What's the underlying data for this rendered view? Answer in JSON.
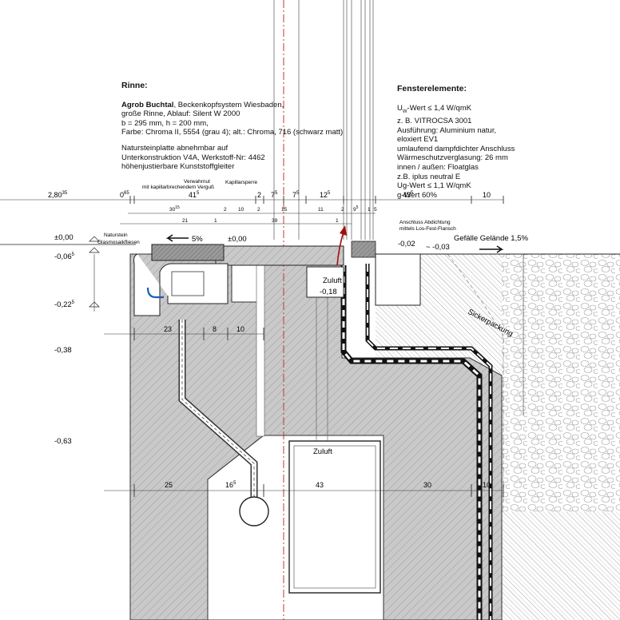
{
  "notes": {
    "rinne": {
      "heading": "Rinne:",
      "brand": "Agrob Buchtal",
      "lines": [
        "große Rinne, Ablauf: Silent W 2000",
        "b = 295 mm, h = 200 mm,",
        "Farbe: Chroma II, 5554 (grau 4); alt.: Chroma, 716 (schwarz matt)",
        "Natursteinplatte abnehmbar auf",
        "Unterkonstruktion V4A, Werkstoff-Nr:  4462",
        "höhenjustierbare Kunststoffgleiter"
      ],
      "brand_suffix": ", Beckenkopfsystem Wiesbaden,"
    },
    "fenster": {
      "heading": "Fensterelemente:",
      "lines": [
        "U",
        "z. B. VITROCSA 3001",
        "Ausführung: Aluminium natur,",
        "eloxiert EV1",
        "umlaufend dampfdichter Anschluss",
        "Wärmeschutzverglasung: 26 mm",
        "innen / außen: Floatglas",
        "z.B. iplus neutral E",
        "Ug-Wert ≤ 1,1 W/qmK",
        "g-Wert 60%"
      ],
      "uw_sub": "W",
      "uw_rest": "-Wert ≤ 1,4 W/qmK"
    }
  },
  "dims_row1": [
    {
      "t": "2,80",
      "s": "35"
    },
    {
      "t": "0",
      "s": "65"
    },
    {
      "t": "41",
      "s": "5"
    },
    {
      "t": "2",
      "s": ""
    },
    {
      "t": "7",
      "s": "5"
    },
    {
      "t": "7",
      "s": "5"
    },
    {
      "t": "12",
      "s": "5"
    },
    {
      "t": "43",
      "s": "5"
    },
    {
      "t": "10",
      "s": ""
    }
  ],
  "dims_row2": [
    "30",
    "2",
    "10",
    "2",
    "15",
    "11",
    "2",
    "9",
    "1",
    "5"
  ],
  "dims_row2_sups": [
    "15",
    "",
    "",
    "",
    "",
    "",
    "",
    "5",
    "",
    ""
  ],
  "dims_row3": [
    "21",
    "1",
    "39",
    "1"
  ],
  "dims_bottom": [
    "25",
    "16",
    "43",
    "30",
    "10"
  ],
  "dims_bottom_sups": [
    "",
    "5",
    "",
    "",
    ""
  ],
  "dims_mid": [
    "23",
    "8",
    "10"
  ],
  "levels": [
    "±0,00",
    "-0,06",
    "-0,22",
    "-0,38",
    "-0,63",
    "±0,00",
    "-0,02",
    "~ -0,03",
    "-0,18"
  ],
  "level_sups": [
    "",
    "5",
    "5",
    "",
    "",
    "",
    "",
    "",
    ""
  ],
  "labels": {
    "verwahrnut": "Verwahrnut",
    "kapillar_verguss": "mit kapillarbrechendem Verguß",
    "kapillarsperre": "Kapillarsperre",
    "naturstein": "Naturstein",
    "glasmosaik": "Glasmosaikfliesen",
    "gefaelle": "5%",
    "anschluss1": "Anschluss Abdichtung",
    "anschluss2": "mittels Los-Fest-Flansch",
    "gefaelle_gelaende": "Gefälle Gelände 1,5%",
    "zuluft_top": "Zuluft",
    "zuluft_bottom": "Zuluft",
    "sickerpackung": "Sickerpackung"
  }
}
